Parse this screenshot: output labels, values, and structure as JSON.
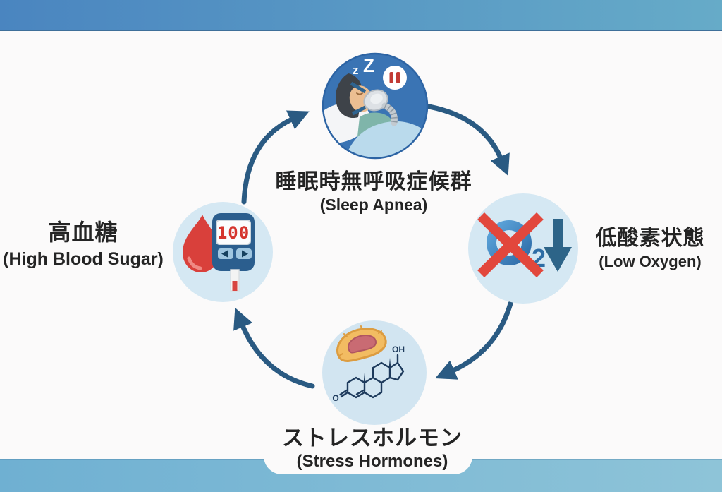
{
  "canvas": {
    "background": "#fbfafa",
    "top_band": {
      "color_left": "#4a85c0",
      "color_right": "#66abc8"
    },
    "bottom_band": {
      "color_left": "#6fb0d2",
      "color_right": "#8ec4d8"
    },
    "arrow_color": "#2a5a82",
    "text_color": "#242424",
    "node_circle_dark_blue": "#3a74b4",
    "node_circle_light_blue": "#d5e8f3",
    "cross_red": "#e2473c"
  },
  "cycle": {
    "nodes": [
      {
        "id": "sleep-apnea",
        "label_ja": "睡眠時無呼吸症候群",
        "label_en": "(Sleep Apnea)"
      },
      {
        "id": "low-oxygen",
        "label_ja": "低酸素状態",
        "label_en": "(Low Oxygen)"
      },
      {
        "id": "stress-hormones",
        "label_ja": "ストレスホルモン",
        "label_en": "(Stress Hormones)"
      },
      {
        "id": "high-blood-sugar",
        "label_ja": "高血糖",
        "label_en": "(High Blood Sugar)"
      }
    ]
  },
  "icons": {
    "sleep": {
      "snore_small": "z",
      "snore_large": "Z"
    },
    "oxygen": {
      "subscript": "2"
    },
    "stress": {
      "hydroxyl_label": "OH",
      "ketone_label": "O"
    },
    "meter": {
      "reading": "100"
    }
  }
}
